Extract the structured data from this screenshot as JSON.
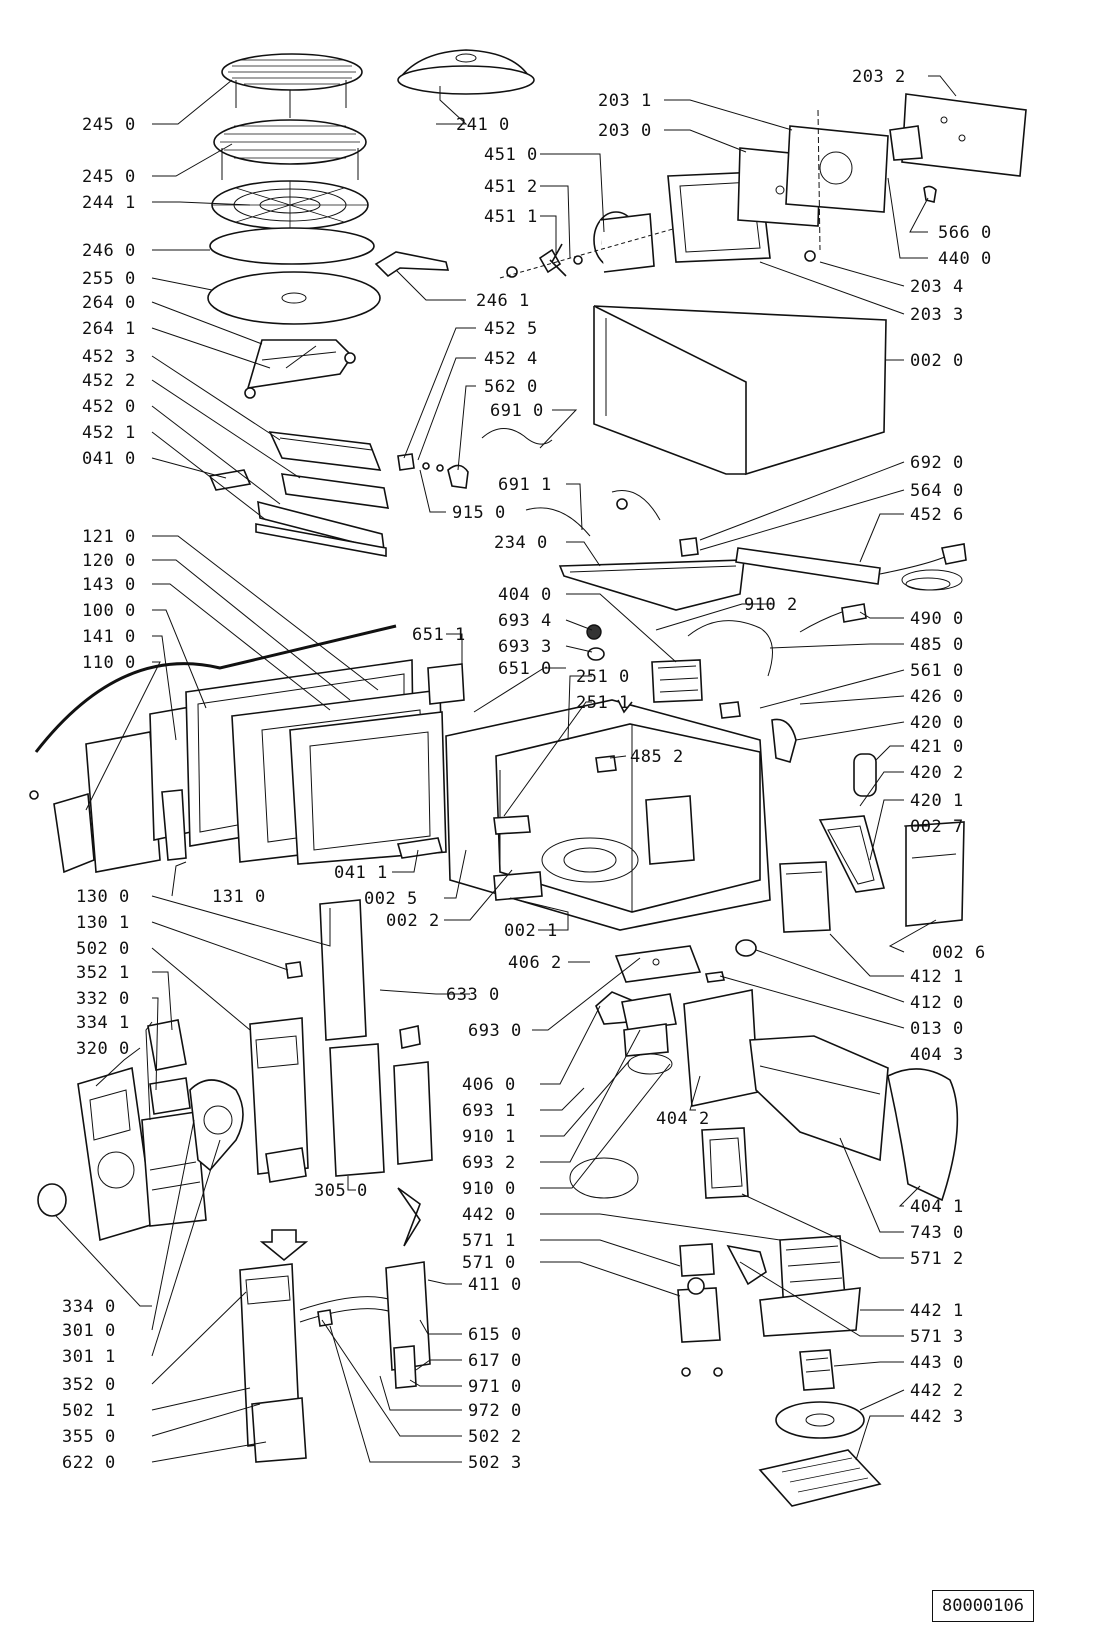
{
  "document_number": "80000106",
  "labels": [
    "245 0",
    "241 0",
    "203 2",
    "203 1",
    "203 0",
    "245 0",
    "451 0",
    "244 1",
    "451 2",
    "451 1",
    "246 0",
    "566 0",
    "255 0",
    "440 0",
    "246 1",
    "203 4",
    "264 0",
    "203 3",
    "264 1",
    "452 5",
    "452 3",
    "452 4",
    "002 0",
    "452 2",
    "562 0",
    "452 0",
    "691 0",
    "452 1",
    "041 0",
    "692 0",
    "691 1",
    "564 0",
    "915 0",
    "452 6",
    "121 0",
    "234 0",
    "120 0",
    "143 0",
    "404 0",
    "490 0",
    "100 0",
    "910 2",
    "693 4",
    "141 0",
    "651 1",
    "485 0",
    "693 3",
    "110 0",
    "651 0",
    "561 0",
    "251 0",
    "426 0",
    "251 1",
    "420 0",
    "485 2",
    "421 0",
    "420 2",
    "420 1",
    "002 7",
    "041 1",
    "131 0",
    "002 5",
    "002 2",
    "002 1",
    "130 0",
    "002 6",
    "130 1",
    "412 1",
    "502 0",
    "406 2",
    "352 1",
    "633 0",
    "412 0",
    "332 0",
    "693 0",
    "013 0",
    "334 1",
    "404 3",
    "320 0",
    "406 0",
    "693 1",
    "404 2",
    "910 1",
    "693 2",
    "404 1",
    "305 0",
    "910 0",
    "442 0",
    "743 0",
    "571 1",
    "571 2",
    "571 0",
    "411 0",
    "442 1",
    "334 0",
    "571 3",
    "301 0",
    "615 0",
    "443 0",
    "301 1",
    "617 0",
    "352 0",
    "971 0",
    "442 2",
    "502 1",
    "972 0",
    "442 3",
    "355 0",
    "502 2",
    "622 0",
    "502 3"
  ]
}
